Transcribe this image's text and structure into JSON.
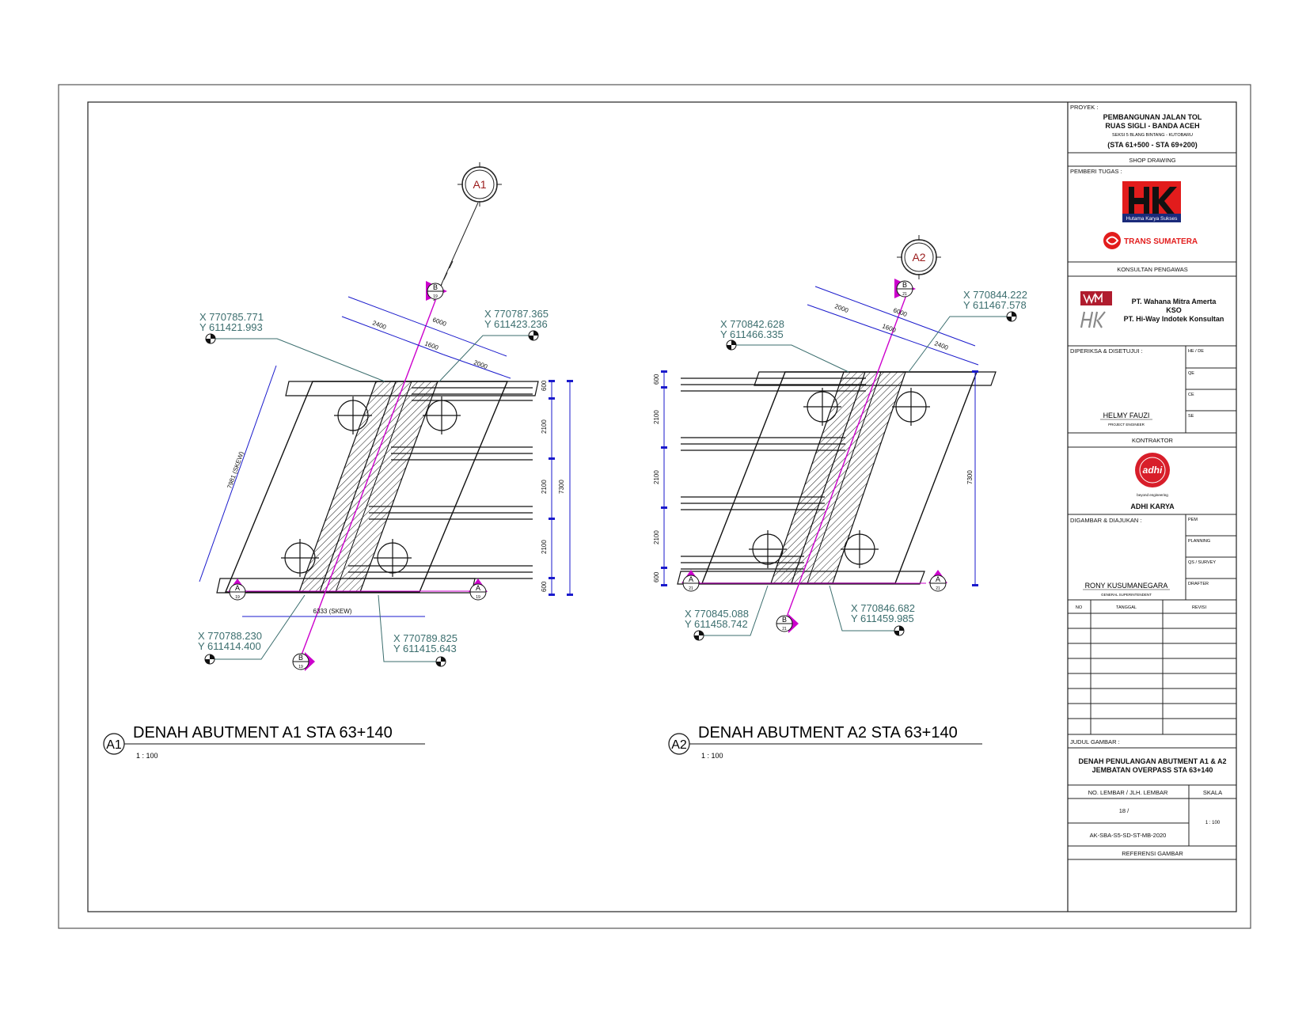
{
  "drawings": [
    {
      "id": "A1",
      "callout": "A1",
      "title": "DENAH ABUTMENT A1 STA 63+140",
      "scale": "1 : 100",
      "section_b": "B",
      "section_b_sheet": "19",
      "section_a": "A",
      "section_a_sheet": "19",
      "coords": [
        {
          "x": "X 770785.771",
          "y": "Y 611421.993"
        },
        {
          "x": "X 770787.365",
          "y": "Y 611423.236"
        },
        {
          "x": "X 770788.230",
          "y": "Y 611414.400"
        },
        {
          "x": "X 770789.825",
          "y": "Y 611415.643"
        }
      ],
      "dims_top": [
        "6000",
        "2400",
        "1600",
        "2000"
      ],
      "dim_skew_left": "7981 (SKEW)",
      "dim_bottom": "6333 (SKEW)",
      "dims_right": [
        "600",
        "2100",
        "2100",
        "2100",
        "600"
      ],
      "dim_right_total": "7300"
    },
    {
      "id": "A2",
      "callout": "A2",
      "title": "DENAH ABUTMENT A2 STA 63+140",
      "scale": "1 : 100",
      "section_b": "B",
      "section_b_sheet": "21",
      "section_a": "A",
      "section_a_sheet": "21",
      "coords": [
        {
          "x": "X 770842.628",
          "y": "Y 611466.335"
        },
        {
          "x": "X 770844.222",
          "y": "Y 611467.578"
        },
        {
          "x": "X 770845.088",
          "y": "Y 611458.742"
        },
        {
          "x": "X 770846.682",
          "y": "Y 611459.985"
        }
      ],
      "dims_top": [
        "6000",
        "2000",
        "1600",
        "2400"
      ],
      "dims_left": [
        "600",
        "2100",
        "2100",
        "2100",
        "600"
      ],
      "dim_right_total": "7300"
    }
  ],
  "title_block": {
    "proyek_label": "PROYEK :",
    "project_line1": "PEMBANGUNAN JALAN TOL",
    "project_line2": "RUAS SIGLI - BANDA ACEH",
    "project_line3": "SEKSI 5 BLANG BINTANG - KUTOBARU",
    "project_line4": "(STA 61+500 - STA 69+200)",
    "shop_drawing": "SHOP DRAWING",
    "pemberi_tugas": "PEMBERI TUGAS :",
    "hk_tagline": "Hutama Karya Sukses",
    "trans_sumatera": "TRANS SUMATERA",
    "konsultan_label": "KONSULTAN PENGAWAS",
    "konsultan_line1": "PT. Wahana Mitra Amerta",
    "konsultan_line2": "KSO",
    "konsultan_line3": "PT. Hi-Way Indotek Konsultan",
    "diperiksa_label": "DIPERIKSA & DISETUJUI :",
    "approver_name": "HELMY FAUZI",
    "approver_role": "PROJECT ENGINEER",
    "check_cells": [
      "HE / DE",
      "QE",
      "CE",
      "SE"
    ],
    "kontraktor_label": "KONTRAKTOR",
    "adhi_tagline": "beyond engineering",
    "kontraktor_name": "ADHI KARYA",
    "digambar_label": "DIGAMBAR & DIAJUKAN :",
    "drawer_name": "RONY KUSUMANEGARA",
    "drawer_role": "GENERAL SUPERINTENDENT",
    "role_cells": [
      "PEM",
      "PLANNING",
      "QS / SURVEY",
      "DRAFTER"
    ],
    "revisi_headers": [
      "NO",
      "TANGGAL",
      "REVISI"
    ],
    "judul_label": "JUDUL GAMBAR :",
    "judul_line1": "DENAH PENULANGAN ABUTMENT A1 & A2",
    "judul_line2": "JEMBATAN OVERPASS STA 63+140",
    "no_lembar_label": "NO. LEMBAR / JLH. LEMBAR",
    "skala_label": "SKALA",
    "no_lembar_value": "18 /",
    "skala_value": "1 : 100",
    "doc_code": "AK-SBA-S5-SD-ST-MB-2020",
    "referensi_label": "REFERENSI GAMBAR"
  },
  "colors": {
    "dimension": "#1a1acc",
    "leader": "#3b6e6e",
    "centerline": "#cc00cc",
    "marker": "#cc00cc",
    "callout": "#9b1b1b",
    "hk_red": "#e21c1c",
    "adhi_red": "#d81e2a"
  }
}
